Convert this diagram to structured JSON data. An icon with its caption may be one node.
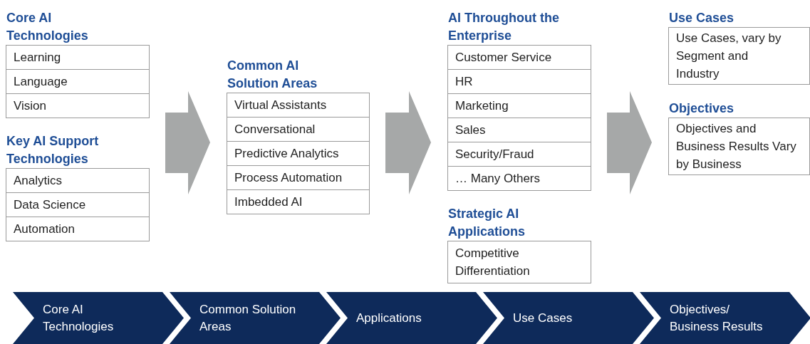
{
  "diagram": {
    "nodes": [
      {
        "text": [
          "Core AI Technologies"
        ]
      },
      {
        "text": [
          "Learning"
        ],
        "in": 0
      },
      {
        "text": [
          "Language"
        ],
        "in": 0
      },
      {
        "text": [
          "Vision"
        ],
        "in": 0
      },
      {
        "text": [
          "Key AI Support Technologies"
        ]
      },
      {
        "text": [
          "Analytics"
        ],
        "in": 4
      },
      {
        "text": [
          "Data Science"
        ],
        "in": 4
      },
      {
        "text": [
          "Automation"
        ],
        "in": 4
      },
      {
        "text": [
          "Common AI Solution Areas"
        ]
      },
      {
        "text": [
          "Virtual Assistants"
        ],
        "in": 8
      },
      {
        "text": [
          "Conversational"
        ],
        "in": 8
      },
      {
        "text": [
          "Predictive Analytics"
        ],
        "in": 8
      },
      {
        "text": [
          "Process Automation"
        ],
        "in": 8
      },
      {
        "text": [
          "Imbedded AI"
        ],
        "in": 8
      },
      {
        "text": [
          "AI Throughout the Enterprise"
        ]
      },
      {
        "text": [
          "Customer Service"
        ],
        "in": 14
      },
      {
        "text": [
          "HR"
        ],
        "in": 14
      },
      {
        "text": [
          "Marketing"
        ],
        "in": 14
      },
      {
        "text": [
          "Sales"
        ],
        "in": 14
      },
      {
        "text": [
          "Security/Fraud"
        ],
        "in": 14
      },
      {
        "text": [
          "… Many Others"
        ],
        "in": 14
      },
      {
        "text": [
          "Strategic AI Applications"
        ]
      },
      {
        "text": [
          "Competitive Differentiation"
        ],
        "in": 21
      },
      {
        "text": [
          "Use Cases",
          "Use Cases, vary by Segment and Industry"
        ]
      },
      {
        "text": [
          "Objectives",
          "Objectives and Business Results Vary by Business"
        ]
      },
      {
        "text": [
          "Core AI Technologies"
        ]
      },
      {
        "text": [
          "Common Solution Areas"
        ]
      },
      {
        "text": [
          "Applications"
        ]
      },
      {
        "text": [
          "Use Cases"
        ]
      },
      {
        "text": [
          "Objectives/ Business Results"
        ]
      }
    ],
    "edges": [
      {
        "from": 0,
        "to": 8,
        "arrow": "to",
        "style": "thick"
      },
      {
        "from": 8,
        "to": 14,
        "arrow": "to",
        "style": "thick"
      },
      {
        "from": 14,
        "to": 23,
        "arrow": "to",
        "style": "thick"
      }
    ]
  }
}
